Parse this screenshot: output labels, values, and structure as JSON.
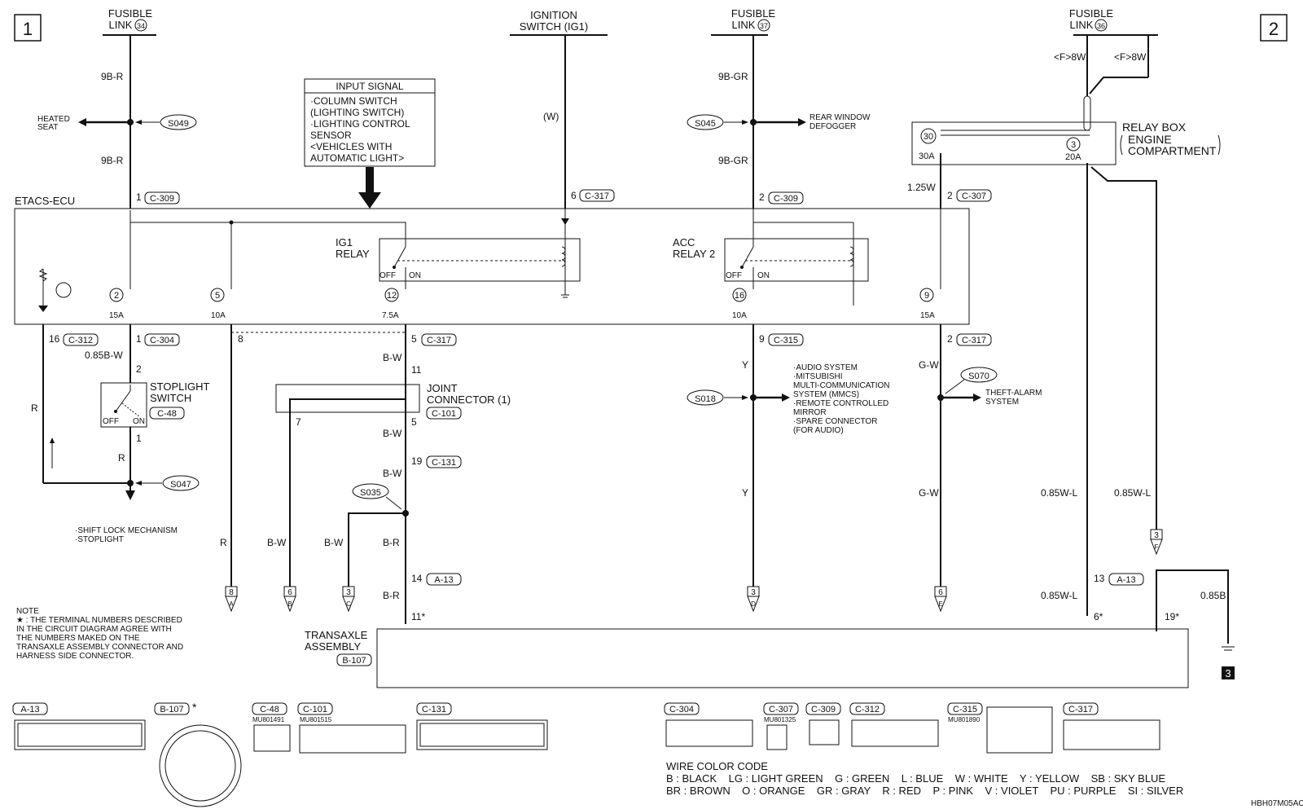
{
  "page_markers": {
    "left": "1",
    "right": "2"
  },
  "sources": {
    "fusible_link_34": {
      "line1": "FUSIBLE",
      "line2": "LINK",
      "num": "34"
    },
    "ignition_switch": {
      "line1": "IGNITION",
      "line2": "SWITCH (IG1)"
    },
    "fusible_link_37": {
      "line1": "FUSIBLE",
      "line2": "LINK",
      "num": "37"
    },
    "fusible_link_36": {
      "line1": "FUSIBLE",
      "line2": "LINK",
      "num": "36"
    }
  },
  "input_signal": {
    "title": "INPUT SIGNAL",
    "lines": [
      "·COLUMN SWITCH",
      " (LIGHTING SWITCH)",
      "·LIGHTING CONTROL",
      " SENSOR",
      " <VEHICLES WITH",
      " AUTOMATIC LIGHT>"
    ]
  },
  "ecu_label": "ETACS-ECU",
  "relays": {
    "ig1": {
      "line1": "IG1",
      "line2": "RELAY",
      "off": "OFF",
      "on": "ON"
    },
    "acc": {
      "line1": "ACC",
      "line2": "RELAY 2",
      "off": "OFF",
      "on": "ON"
    }
  },
  "relay_box": {
    "line1": "RELAY BOX",
    "line2": "ENGINE",
    "line3": "COMPARTMENT",
    "fuse_30": "30",
    "fuse_30_amp": "30A",
    "fuse_3": "3",
    "fuse_3_amp": "20A",
    "f8w_a": "<F>8W",
    "f8w_b": "<F>8W"
  },
  "wire_labels": {
    "w1": "9B-R",
    "w2": "9B-R",
    "w3": "(W)",
    "w4": "9B-GR",
    "w5": "9B-GR",
    "w6": "1.25W",
    "w7": "0.85B-W",
    "w8": "R",
    "w9": "R",
    "w10": "R",
    "w11": "B-W",
    "w12": "B-W",
    "w13": "B-W",
    "w14": "B-W",
    "w15": "B-W",
    "w16": "B-R",
    "w17": "B-R",
    "w18": "Y",
    "w19": "Y",
    "w20": "G-W",
    "w21": "G-W",
    "w22": "0.85W-L",
    "w23": "0.85W-L",
    "w24": "0.85W-L",
    "w25": "0.85B"
  },
  "connectors": {
    "c309a": "C-309",
    "c317a": "C-317",
    "c309b": "C-309",
    "c307": "C-307",
    "c312": "C-312",
    "c304": "C-304",
    "c317b": "C-317",
    "c315": "C-315",
    "c317c": "C-317",
    "c48": "C-48",
    "c101": "C-101",
    "c131": "C-131",
    "a13a": "A-13",
    "a13b": "A-13",
    "b107": "B-107"
  },
  "pins": {
    "p1": "1",
    "p6": "6",
    "p2a": "2",
    "p2b": "2",
    "p16": "16",
    "p1b": "1",
    "p8": "8",
    "p5": "5",
    "p9": "9",
    "p2c": "2",
    "p2d": "2",
    "p1c": "1",
    "p11": "11",
    "p5b": "5",
    "p7": "7",
    "p19": "19",
    "p14": "14",
    "p11s": "11*",
    "p13": "13",
    "p6s": "6*",
    "p19s": "19*"
  },
  "fuses": {
    "f2": "2",
    "f2a": "15A",
    "f5": "5",
    "f5a": "10A",
    "f12": "12",
    "f12a": "7.5A",
    "f16": "16",
    "f16a": "10A",
    "f9": "9",
    "f9a": "15A"
  },
  "splices": {
    "s049": "S049",
    "s045": "S045",
    "s047": "S047",
    "s035": "S035",
    "s018": "S018",
    "s070": "S070"
  },
  "branches": {
    "heated_seat": [
      "HEATED",
      "SEAT"
    ],
    "rear_defogger": [
      "REAR WINDOW",
      "DEFOGGER"
    ],
    "shift_lock": [
      "·SHIFT LOCK MECHANISM",
      "·STOPLIGHT"
    ],
    "audio": [
      "·AUDIO SYSTEM",
      "·MITSUBISHI",
      " MULTI-COMMUNICATION",
      " SYSTEM (MMCS)",
      "·REMOTE CONTROLLED",
      " MIRROR",
      "·SPARE CONNECTOR",
      " (FOR AUDIO)"
    ],
    "theft": [
      "THEFT-ALARM",
      "SYSTEM"
    ]
  },
  "stoplight_switch": {
    "line1": "STOPLIGHT",
    "line2": "SWITCH",
    "off": "OFF",
    "on": "ON"
  },
  "joint_connector": {
    "line1": "JOINT",
    "line2": "CONNECTOR (1)"
  },
  "transaxle": {
    "line1": "TRANSAXLE",
    "line2": "ASSEMBLY"
  },
  "offpage": {
    "o1": {
      "num": "8",
      "letter": "A"
    },
    "o2": {
      "num": "6",
      "letter": "B"
    },
    "o3": {
      "num": "3",
      "letter": "C"
    },
    "o4": {
      "num": "3",
      "letter": "D"
    },
    "o5": {
      "num": "6",
      "letter": "E"
    },
    "o6": {
      "num": "3",
      "letter": "F"
    }
  },
  "ground_ref": "3",
  "note": [
    "NOTE",
    "★ : THE TERMINAL NUMBERS DESCRIBED",
    "     IN THE CIRCUIT DIAGRAM AGREE WITH",
    "     THE NUMBERS MAKED ON THE",
    "     TRANSAXLE ASSEMBLY CONNECTOR AND",
    "     HARNESS SIDE CONNECTOR."
  ],
  "connector_views": {
    "a13": "A-13",
    "b107": "B-107",
    "b107_star": "*",
    "c48": "C-48",
    "c48_part": "MU801491",
    "c101": "C-101",
    "c101_part": "MU801515",
    "c131": "C-131",
    "c304": "C-304",
    "c307": "C-307",
    "c307_part": "MU801325",
    "c309": "C-309",
    "c312": "C-312",
    "c315": "C-315",
    "c315_part": "MU801890",
    "c317": "C-317"
  },
  "color_code": {
    "title": "WIRE COLOR CODE",
    "row1": "B : BLACK    LG : LIGHT GREEN    G : GREEN    L : BLUE    W : WHITE    Y : YELLOW    SB : SKY BLUE",
    "row2": "BR : BROWN    O : ORANGE    GR : GRAY    R : RED    P : PINK    V : VIOLET    PU : PURPLE    SI : SILVER"
  },
  "figure_code": "HBH07M05AC"
}
